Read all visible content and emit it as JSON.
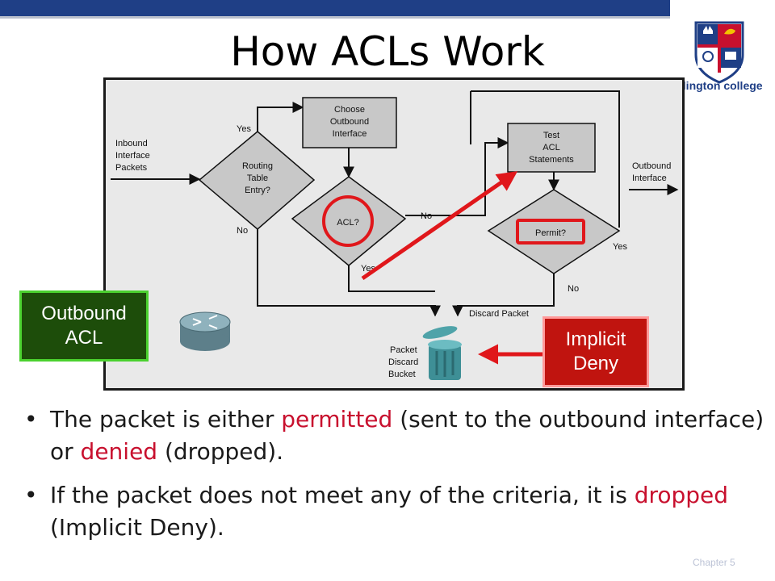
{
  "slide": {
    "title": "How ACLs Work",
    "footer": "Chapter 5"
  },
  "logo": {
    "text_prefix": "",
    "text": "slington college",
    "colors": {
      "navy": "#1f3f86",
      "red": "#c8102e"
    }
  },
  "diagram": {
    "nodes": {
      "inbound": [
        "Inbound",
        "Interface",
        "Packets"
      ],
      "routing": [
        "Routing",
        "Table",
        "Entry?"
      ],
      "choose": [
        "Choose",
        "Outbound",
        "Interface"
      ],
      "acl": "ACL?",
      "test": [
        "Test",
        "ACL",
        "Statements"
      ],
      "permit": "Permit?",
      "outbound": [
        "Outbound",
        "Interface"
      ],
      "discard_packet": "Discard Packet",
      "bucket": [
        "Packet",
        "Discard",
        "Bucket"
      ]
    },
    "edge_labels": {
      "routing_yes": "Yes",
      "routing_no": "No",
      "acl_no": "No",
      "acl_yes": "Yes",
      "permit_yes": "Yes",
      "permit_no": "No"
    }
  },
  "callouts": {
    "outbound_acl": [
      "Outbound",
      "ACL"
    ],
    "implicit_deny": [
      "Implicit",
      "Deny"
    ]
  },
  "bullets": [
    {
      "parts": [
        "The packet is either ",
        "permitted",
        " (sent to the outbound interface) or ",
        "denied",
        " (dropped)."
      ]
    },
    {
      "parts": [
        "If the packet does not meet any of the criteria, it is ",
        "dropped",
        " (Implicit Deny)."
      ]
    }
  ]
}
